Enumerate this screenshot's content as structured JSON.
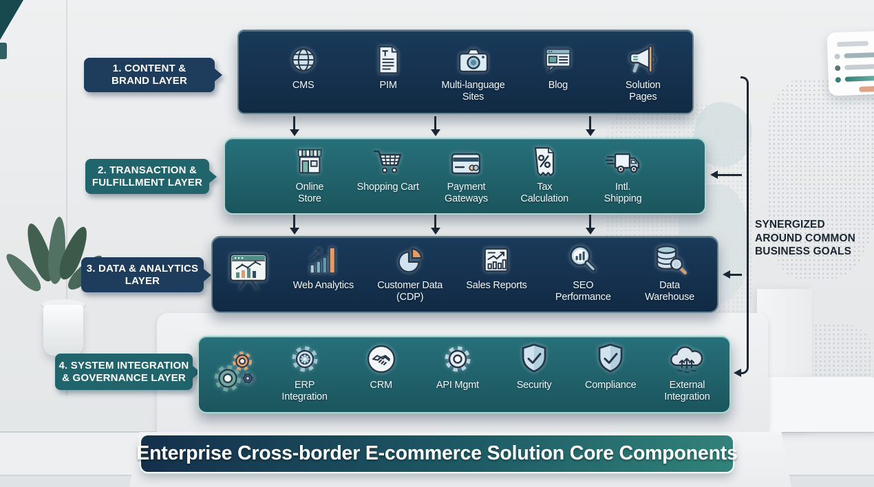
{
  "title_bar": {
    "text": "Enterprise Cross-border E-commerce Solution Core Components"
  },
  "side_note": {
    "text": "SYNERGIZED\nAROUND COMMON\nBUSINESS GOALS"
  },
  "colors": {
    "navy": "#16334f",
    "teal": "#20656b",
    "accent_orange": "#e89a62",
    "connector_line": "#1c2733",
    "label_text": "#ffffff"
  },
  "decor": {
    "background": "light showroom with dotted world map, plant, pedestal platform",
    "card_icon": "checklist-card-icon"
  },
  "layers": [
    {
      "label": "1. CONTENT &\nBRAND LAYER",
      "theme": "navy",
      "items": [
        {
          "icon": "globe-icon",
          "label": "CMS"
        },
        {
          "icon": "document-icon",
          "label": "PIM"
        },
        {
          "icon": "camera-icon",
          "label": "Multi-language\nSites"
        },
        {
          "icon": "blog-window-icon",
          "label": "Blog"
        },
        {
          "icon": "megaphone-icon",
          "label": "Solution\nPages"
        }
      ]
    },
    {
      "label": "2. TRANSACTION &\nFULFILLMENT LAYER",
      "theme": "teal",
      "items": [
        {
          "icon": "storefront-icon",
          "label": "Online\nStore"
        },
        {
          "icon": "shopping-cart-icon",
          "label": "Shopping Cart"
        },
        {
          "icon": "credit-card-icon",
          "label": "Payment\nGateways"
        },
        {
          "icon": "tax-receipt-icon",
          "label": "Tax\nCalculation"
        },
        {
          "icon": "shipping-truck-icon",
          "label": "Intl.\nShipping"
        }
      ]
    },
    {
      "label": "3. DATA & ANALYTICS\nLAYER",
      "theme": "navy",
      "items": [
        {
          "icon": "dashboard-board-icon",
          "label": ""
        },
        {
          "icon": "bar-chart-growth-icon",
          "label": "Web Analytics"
        },
        {
          "icon": "pie-chart-icon",
          "label": "Customer Data\n(CDP)"
        },
        {
          "icon": "sales-report-icon",
          "label": "Sales Reports"
        },
        {
          "icon": "seo-magnifier-icon",
          "label": "SEO\nPerformance"
        },
        {
          "icon": "data-warehouse-icon",
          "label": "Data\nWarehouse"
        }
      ]
    },
    {
      "label": "4. SYSTEM INTEGRATION\n& GOVERNANCE LAYER",
      "theme": "teal",
      "items": [
        {
          "icon": "gears-cluster-icon",
          "label": ""
        },
        {
          "icon": "erp-gear-icon",
          "label": "ERP\nIntegration"
        },
        {
          "icon": "handshake-icon",
          "label": "CRM"
        },
        {
          "icon": "api-gear-icon",
          "label": "API Mgmt"
        },
        {
          "icon": "security-shield-icon",
          "label": "Security"
        },
        {
          "icon": "compliance-shield-icon",
          "label": "Compliance"
        },
        {
          "icon": "cloud-integration-icon",
          "label": "External\nIntegration"
        }
      ]
    }
  ]
}
